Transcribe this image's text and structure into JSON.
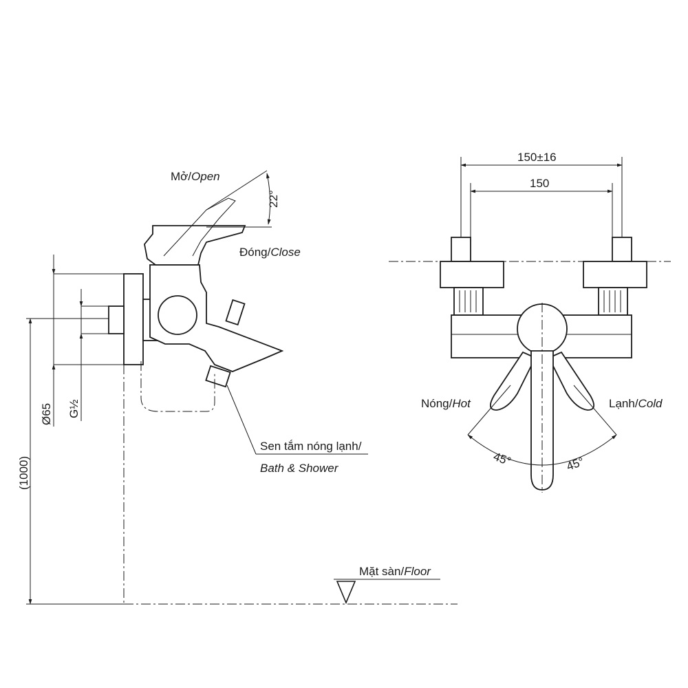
{
  "side_view": {
    "open_label": "Mở/",
    "open_label_en": "Open",
    "close_label": "Đóng/",
    "close_label_en": "Close",
    "angle_label": "22°",
    "diameter_label": "Ø65",
    "thread_label": "G½",
    "height_label": "(1000)",
    "shower_label_vi": "Sen tắm nóng lạnh/",
    "shower_label_en": "Bath & Shower",
    "floor_label": "Mặt sàn/",
    "floor_label_en": "Floor"
  },
  "front_view": {
    "outer_dim": "150±16",
    "inner_dim": "150",
    "hot_label": "Nóng/",
    "hot_label_en": "Hot",
    "cold_label": "Lạnh/",
    "cold_label_en": "Cold",
    "hot_angle": "45°",
    "cold_angle": "45°"
  },
  "colors": {
    "line": "#1a1a1a",
    "background": "#ffffff"
  }
}
